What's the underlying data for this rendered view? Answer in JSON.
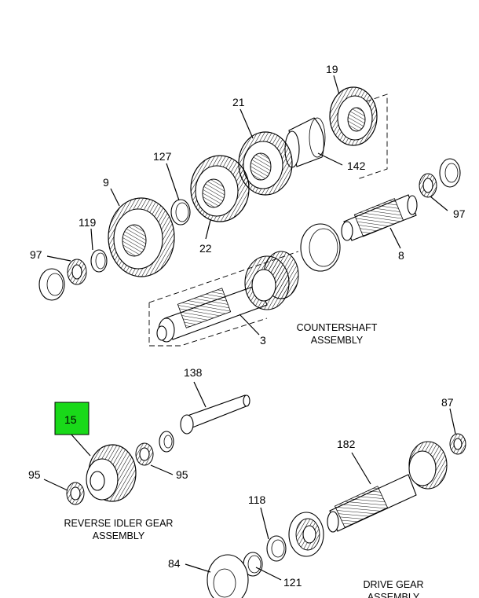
{
  "callouts": {
    "p19": "19",
    "p21": "21",
    "p142": "142",
    "p127": "127",
    "p9": "9",
    "p119": "119",
    "p97_left": "97",
    "p22": "22",
    "p97_right": "97",
    "p8": "8",
    "p3": "3",
    "p138": "138",
    "p15": "15",
    "p95_left": "95",
    "p95_right": "95",
    "p87": "87",
    "p182": "182",
    "p118": "118",
    "p84": "84",
    "p121": "121"
  },
  "captions": {
    "countershaft_line1": "COUNTERSHAFT",
    "countershaft_line2": "ASSEMBLY",
    "reverse_idler_line1": "REVERSE IDLER GEAR",
    "reverse_idler_line2": "ASSEMBLY",
    "drive_gear_line1": "DRIVE GEAR",
    "drive_gear_line2": "ASSEMBLY"
  },
  "highlight": {
    "part_number": "15",
    "color": "#19d919"
  }
}
